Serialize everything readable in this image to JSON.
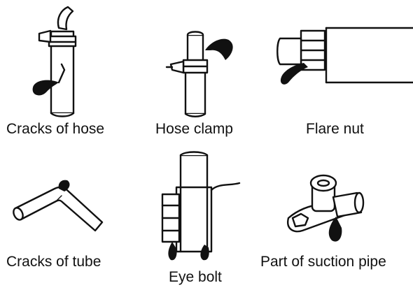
{
  "figure": {
    "panels": [
      {
        "id": "cracks-of-hose",
        "caption": "Cracks of hose"
      },
      {
        "id": "hose-clamp",
        "caption": "Hose clamp"
      },
      {
        "id": "flare-nut",
        "caption": "Flare nut"
      },
      {
        "id": "cracks-of-tube",
        "caption": "Cracks of tube"
      },
      {
        "id": "eye-bolt",
        "caption": "Eye bolt"
      },
      {
        "id": "part-of-suction-pipe",
        "caption": "Part of suction pipe"
      }
    ]
  }
}
